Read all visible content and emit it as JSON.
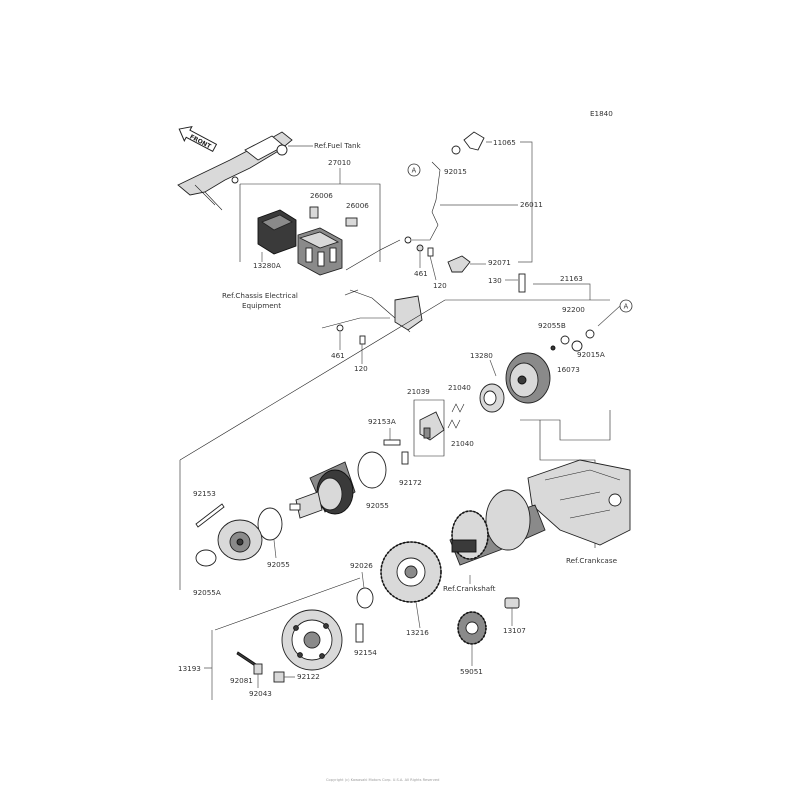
{
  "diagram_code": "E1840",
  "front_label": "FRONT",
  "refs": {
    "fuel_tank": "Ref.Fuel Tank",
    "chassis_line1": "Ref.Chassis Electrical",
    "chassis_line2": "Equipment",
    "crankshaft": "Ref.Crankshaft",
    "crankcase": "Ref.Crankcase"
  },
  "callout": "A",
  "part_numbers": {
    "p27010": "27010",
    "p26006a": "26006",
    "p26006b": "26006",
    "p13280A": "13280A",
    "p11065": "11065",
    "p92015": "92015",
    "p26011": "26011",
    "p92071": "92071",
    "p461a": "461",
    "p120a": "120",
    "p461b": "461",
    "p120b": "120",
    "p130": "130",
    "p21163": "21163",
    "p92200": "92200",
    "p92055B": "92055B",
    "p92015A": "92015A",
    "p16073": "16073",
    "p13280": "13280",
    "p21039": "21039",
    "p21040a": "21040",
    "p21040b": "21040",
    "p92153A": "92153A",
    "p92172": "92172",
    "p92055": "92055",
    "p92153": "92153",
    "p92055b2": "92055",
    "p92055A": "92055A",
    "p92026": "92026",
    "p13216": "13216",
    "p13107": "13107",
    "p59051": "59051",
    "p13193": "13193",
    "p92154": "92154",
    "p92081": "92081",
    "p92122": "92122",
    "p92043": "92043"
  },
  "footer": "Copyright (c) Kawasaki Motors Corp. U.S.A. All Rights Reserved"
}
